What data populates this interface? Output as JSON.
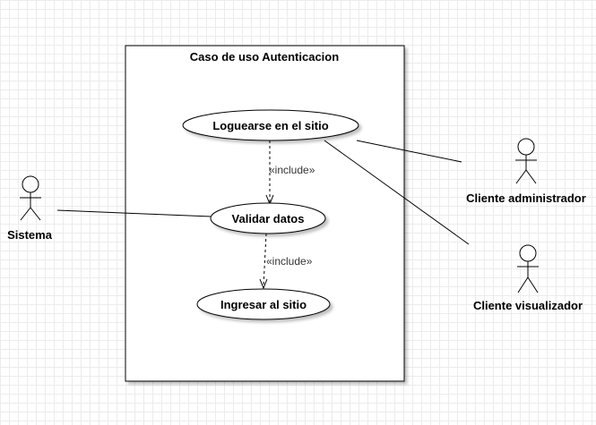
{
  "system": {
    "title": "Caso de uso Autenticacion"
  },
  "use_cases": {
    "login": "Loguearse en el sitio",
    "validate": "Validar datos",
    "enter": "Ingresar al sitio"
  },
  "actors": {
    "system": "Sistema",
    "admin": "Cliente administrador",
    "viewer": "Cliente visualizador"
  },
  "relations": {
    "include_1": "«include»",
    "include_2": "«include»"
  }
}
